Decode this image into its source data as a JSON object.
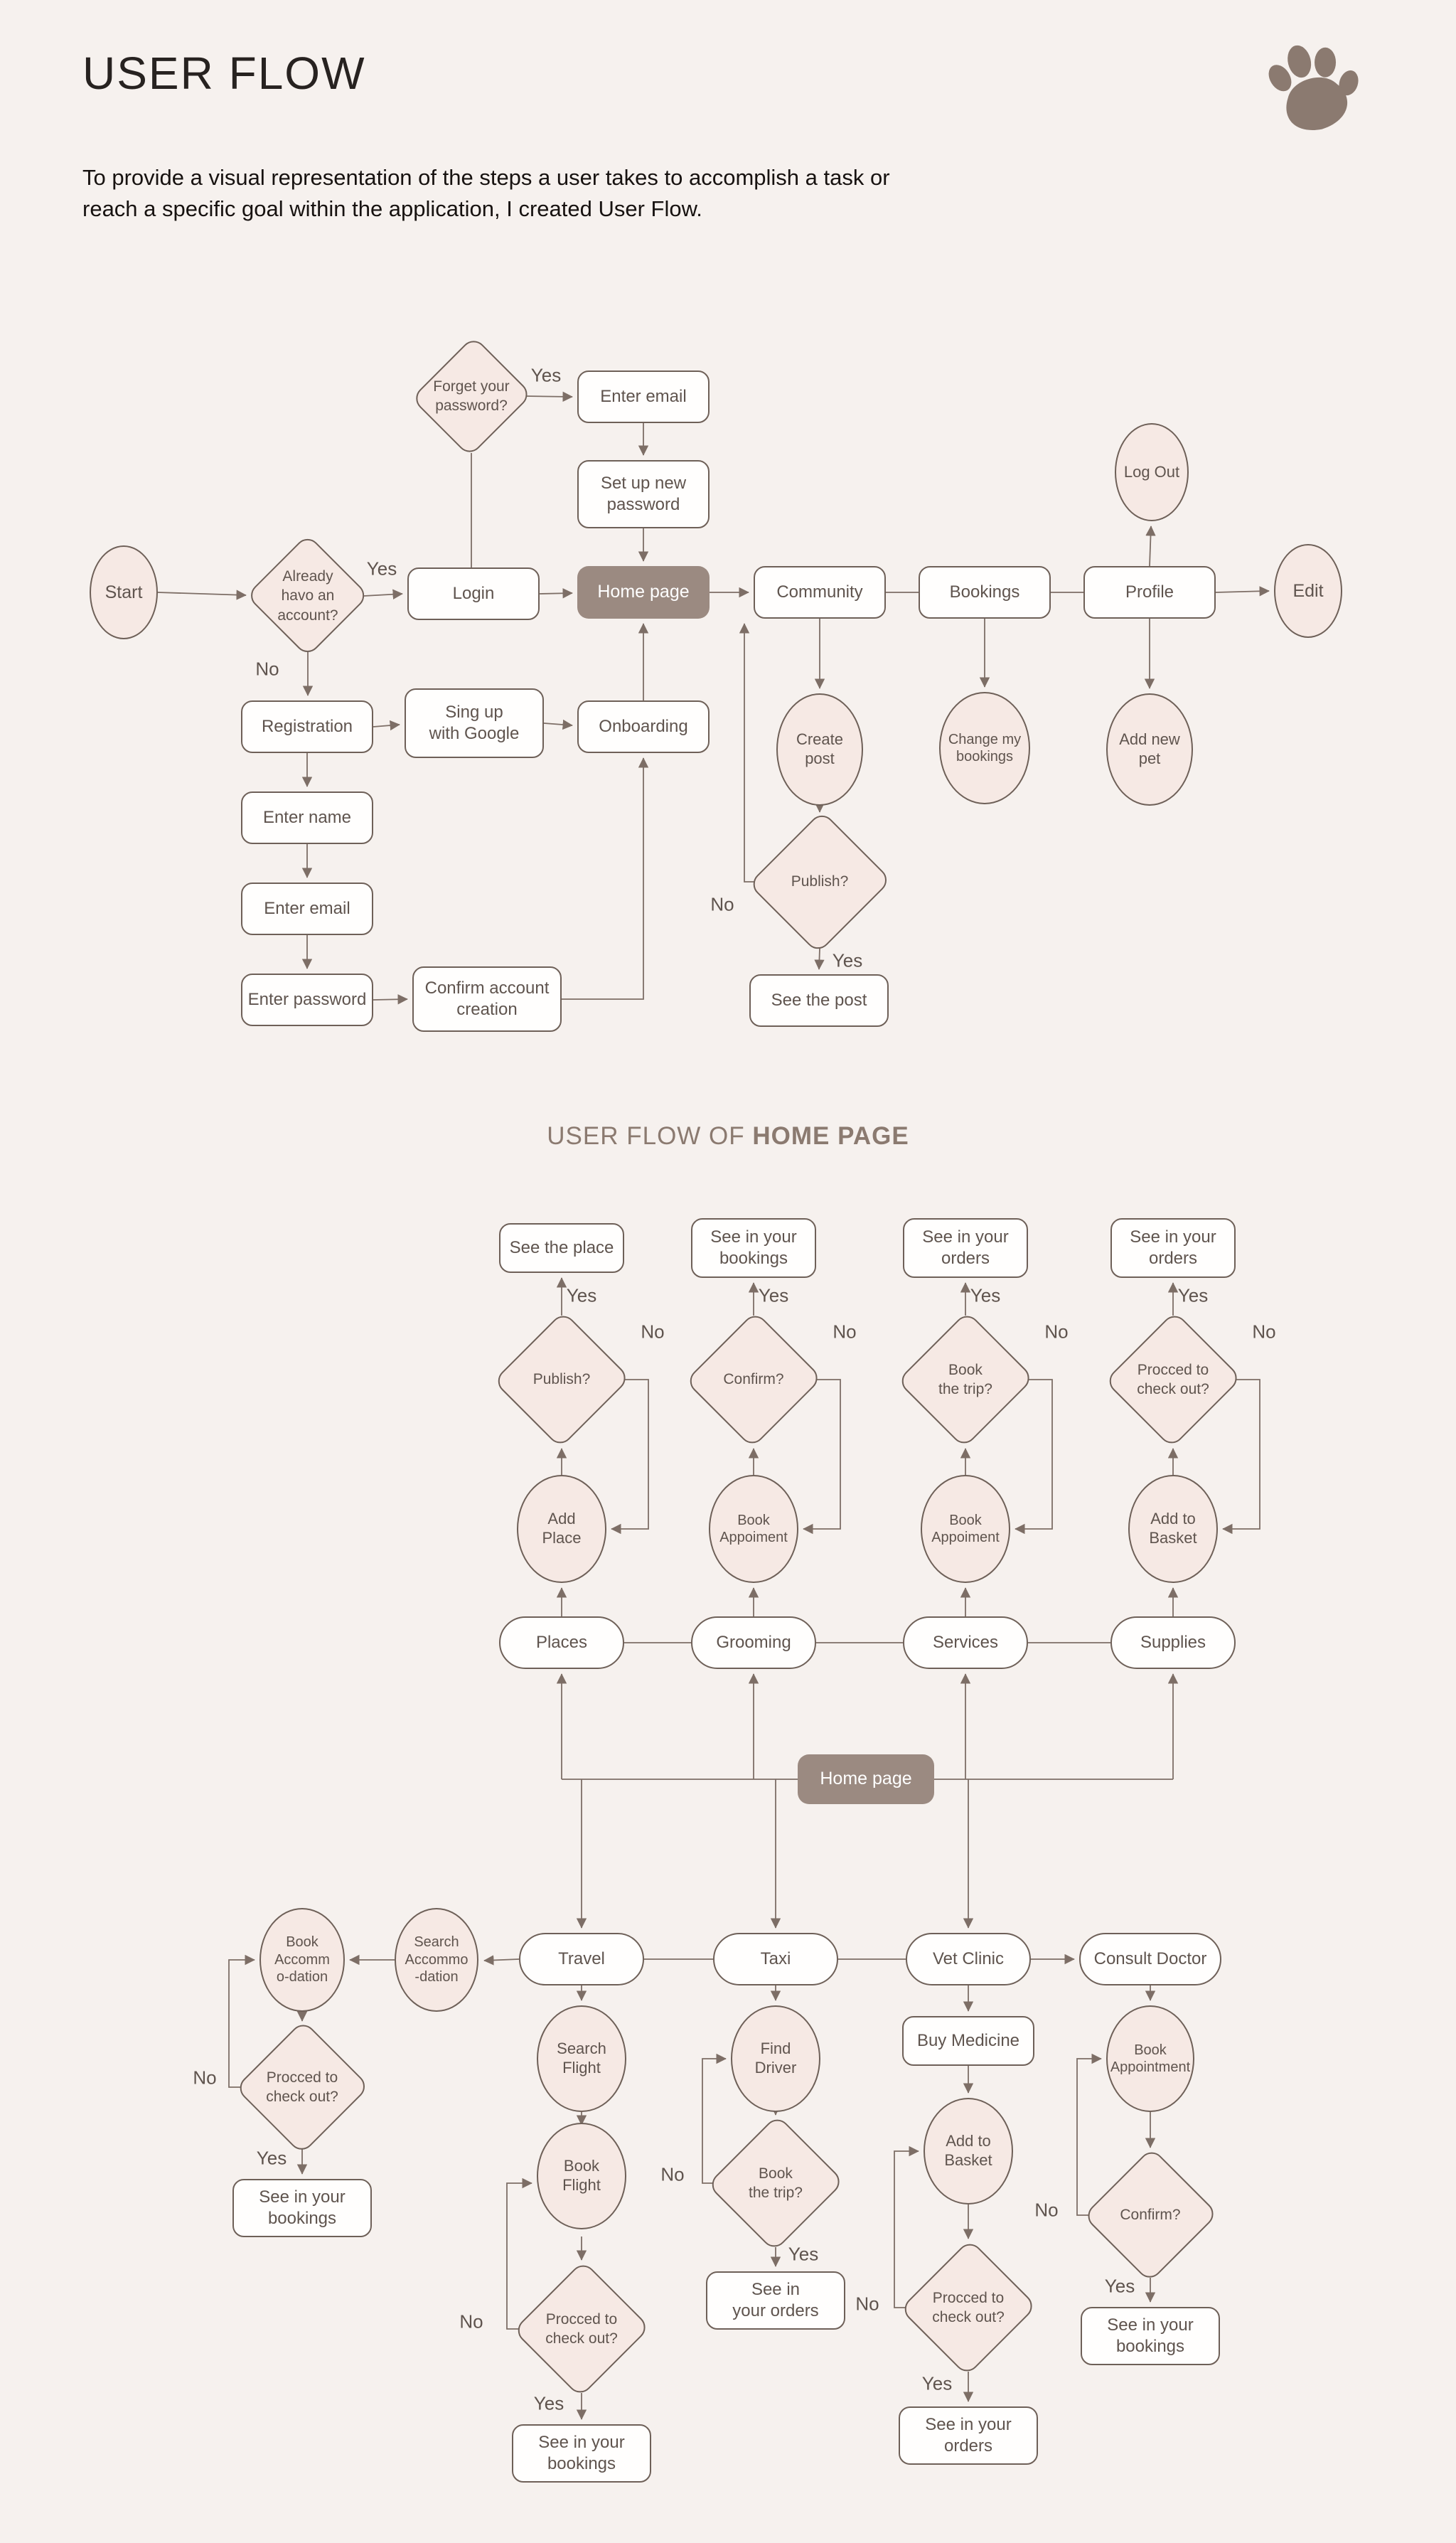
{
  "header": {
    "title": "USER FLOW",
    "description": "To provide a visual representation of the steps a user takes to accomplish a task or\nreach a specific goal within the application, I created User Flow."
  },
  "section_home": {
    "title_prefix": "USER FLOW OF ",
    "title_bold": "HOME PAGE"
  },
  "labels": {
    "yes": "Yes",
    "no": "No"
  },
  "colors": {
    "background": "#f6f1ee",
    "node_fill": "#fffefd",
    "node_border": "#6e6058",
    "accent_fill": "#f6e9e4",
    "dark_fill": "#9b8a81",
    "line": "#7d6e66",
    "text": "#5f544e",
    "heading": "#272220",
    "brand": "#8b7a70"
  },
  "icons": {
    "paw": "paw-icon"
  },
  "flow_main": {
    "start": "Start",
    "already_account": "Already\nhavo an\naccount?",
    "forget_password": "Forget your\npassword?",
    "login": "Login",
    "enter_email_top": "Enter email",
    "set_up_new_password": "Set up new\npassword",
    "home_page": "Home page",
    "community": "Community",
    "bookings": "Bookings",
    "profile": "Profile",
    "log_out": "Log Out",
    "edit": "Edit",
    "registration": "Registration",
    "sign_up_google": "Sing up\nwith Google",
    "onboarding": "Onboarding",
    "create_post": "Create\npost",
    "change_my_bookings": "Change my\nbookings",
    "add_new_pet": "Add new\npet",
    "enter_name": "Enter name",
    "enter_email": "Enter email",
    "enter_password": "Enter password",
    "confirm_account": "Confirm account\ncreation",
    "publish": "Publish?",
    "see_the_post": "See the post"
  },
  "flow_home": {
    "see_the_place": "See the place",
    "see_in_your_bookings": "See in your\nbookings",
    "see_in_your_orders_1": "See in your\norders",
    "see_in_your_orders_2": "See in your\norders",
    "publish": "Publish?",
    "confirm": "Confirm?",
    "book_the_trip": "Book\nthe trip?",
    "proceed_to_check_out": "Procced to\ncheck out?",
    "add_place": "Add\nPlace",
    "book_appointment_1": "Book\nAppoiment",
    "book_appointment_2": "Book\nAppoiment",
    "add_to_basket": "Add to\nBasket",
    "places": "Places",
    "grooming": "Grooming",
    "services": "Services",
    "supplies": "Supplies",
    "home_page": "Home page"
  },
  "flow_bottom": {
    "travel": "Travel",
    "taxi": "Taxi",
    "vet_clinic": "Vet Clinic",
    "consult_doctor": "Consult Doctor",
    "book_accommodation": "Book\nAccomm\no-dation",
    "search_accommodation": "Search\nAccommo\n-dation",
    "search_flight": "Search\nFlight",
    "find_driver": "Find\nDriver",
    "buy_medicine": "Buy Medicine",
    "book_appointment": "Book\nAppointment",
    "book_flight": "Book\nFlight",
    "add_to_basket": "Add to\nBasket",
    "proceed_left": "Procced to\ncheck out?",
    "proceed_travel": "Procced to\ncheck out?",
    "book_the_trip": "Book\nthe trip?",
    "proceed_vet": "Procced to\ncheck out?",
    "confirm": "Confirm?",
    "see_bookings_left": "See in your\nbookings",
    "see_bookings_travel": "See in your\nbookings",
    "see_orders_taxi": "See in\nyour orders",
    "see_orders_vet": "See in your\norders",
    "see_bookings_consult": "See in your\nbookings"
  }
}
